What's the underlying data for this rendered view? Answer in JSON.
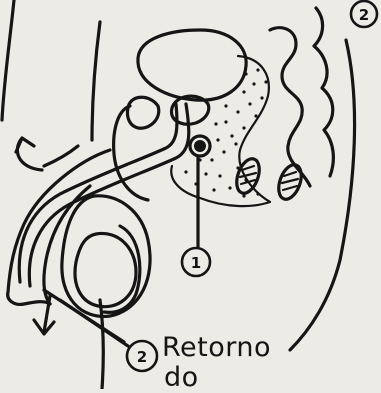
{
  "figure": {
    "corner_number": "2",
    "callout_1": "1",
    "callout_2": "2",
    "caption_line_1": "Retorno",
    "caption_line_2": "do"
  }
}
